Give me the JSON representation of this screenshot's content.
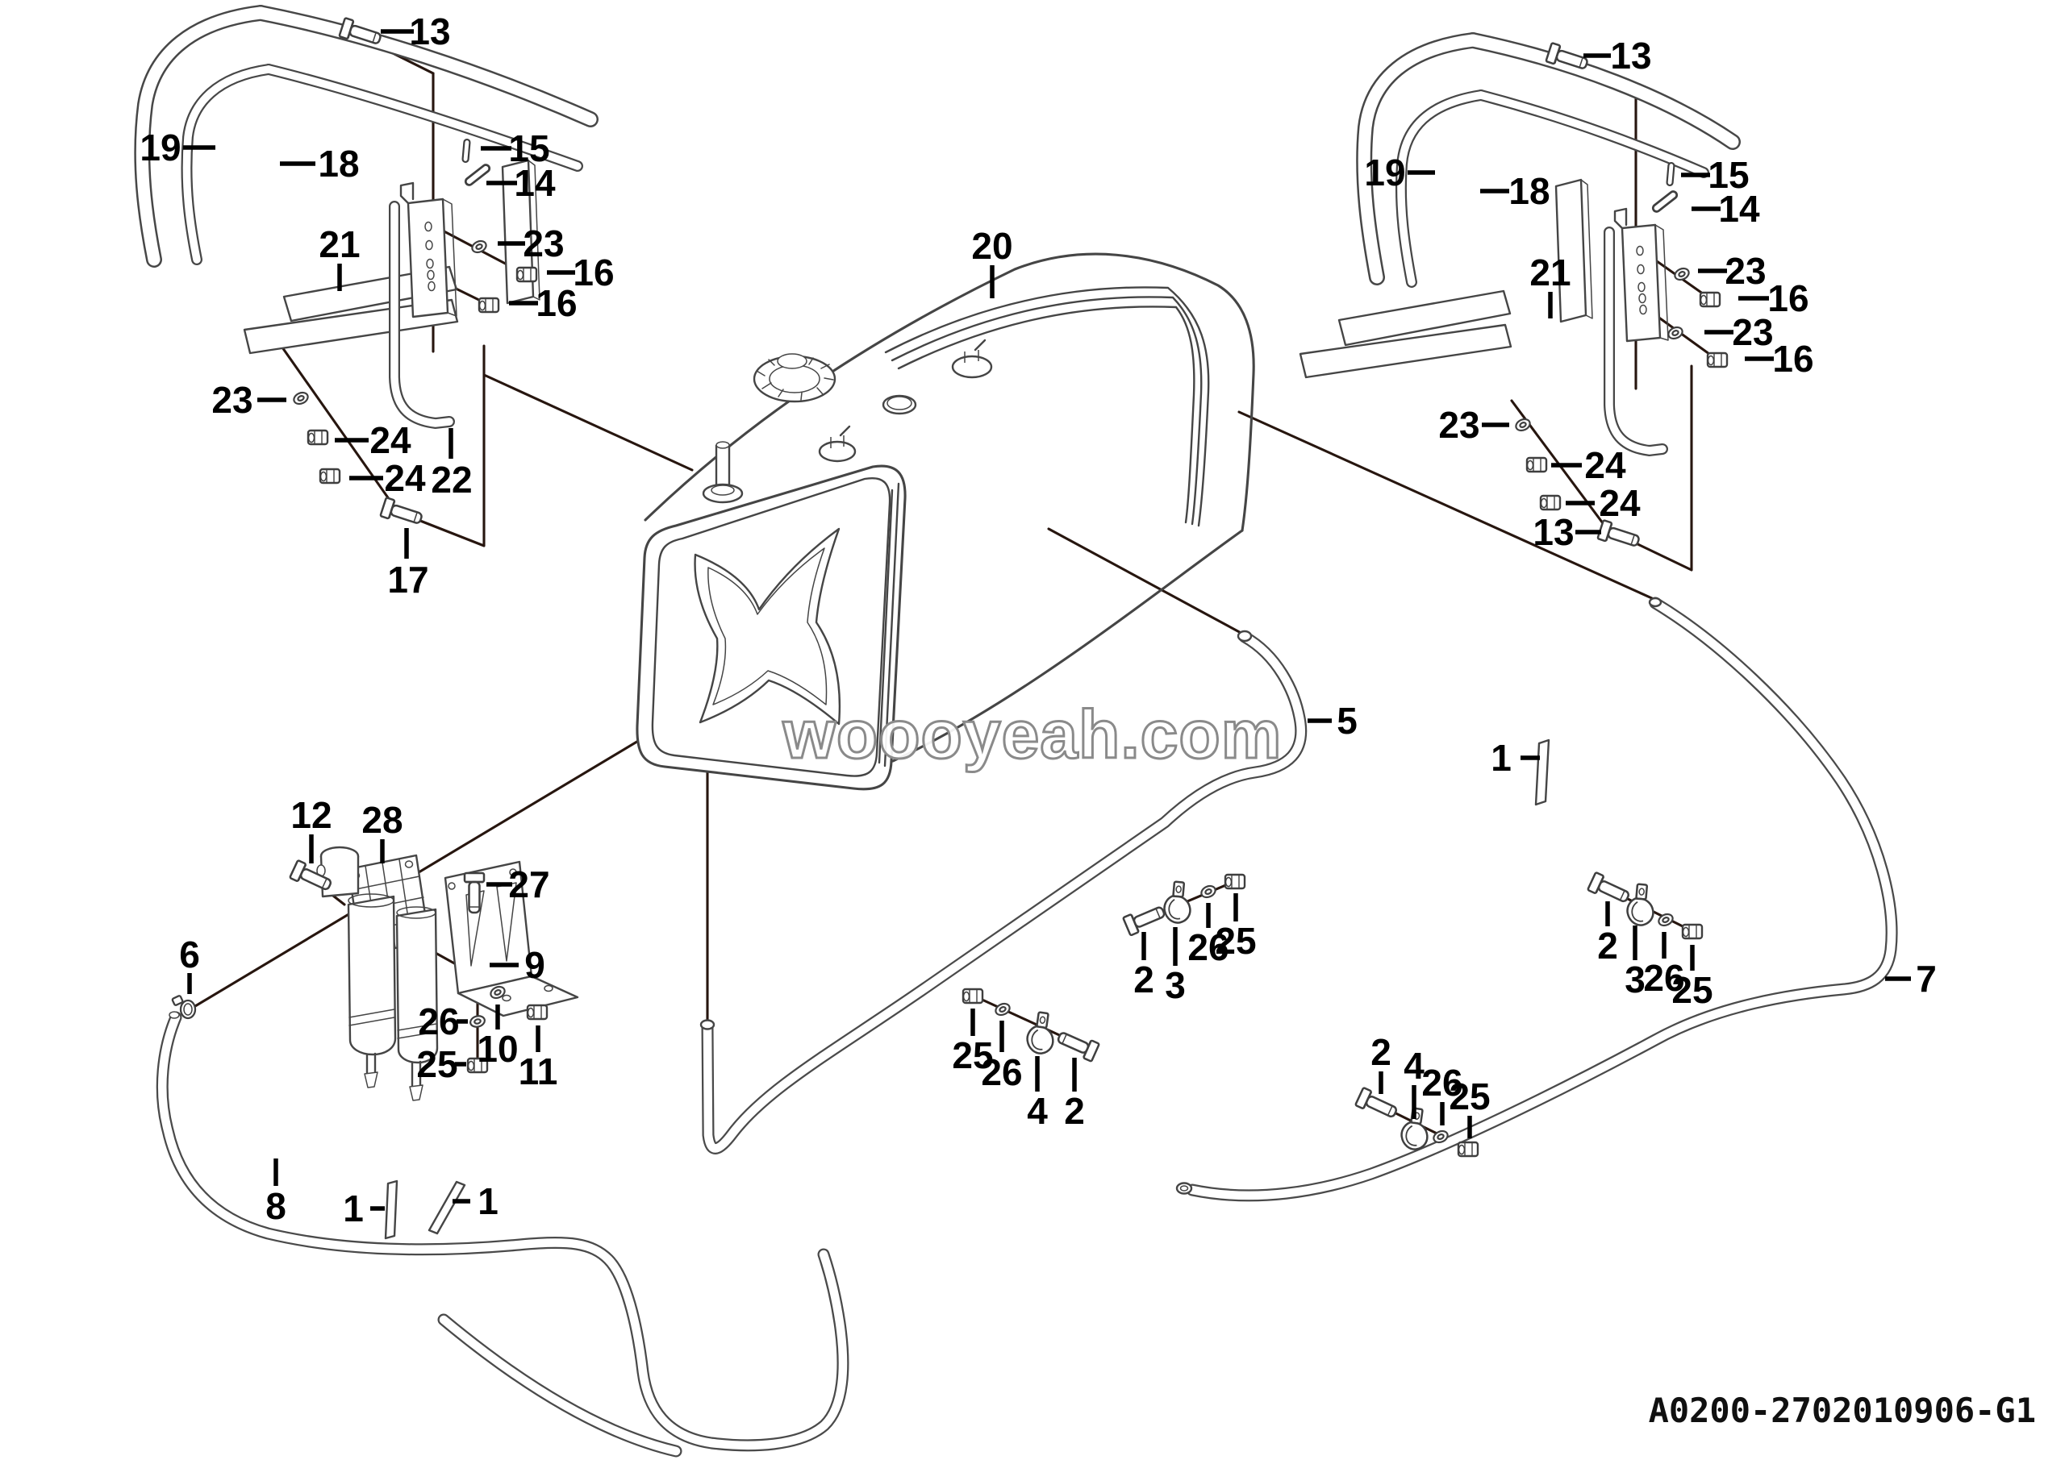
{
  "watermark": {
    "text": "woooyeah.com"
  },
  "part_number": "A0200-2702010906-G1",
  "colors": {
    "linework": "#454545",
    "leader": "#27160f",
    "label": "#000000",
    "watermark_stroke": "#8a8a8a",
    "background": "#ffffff"
  },
  "callouts": [
    {
      "text": "13"
    },
    {
      "text": "15"
    },
    {
      "text": "14"
    },
    {
      "text": "23"
    },
    {
      "text": "16"
    },
    {
      "text": "16"
    },
    {
      "text": "19"
    },
    {
      "text": "18"
    },
    {
      "text": "21"
    },
    {
      "text": "22"
    },
    {
      "text": "23"
    },
    {
      "text": "24"
    },
    {
      "text": "24"
    },
    {
      "text": "17"
    },
    {
      "text": "13"
    },
    {
      "text": "19"
    },
    {
      "text": "18"
    },
    {
      "text": "15"
    },
    {
      "text": "14"
    },
    {
      "text": "21"
    },
    {
      "text": "23"
    },
    {
      "text": "16"
    },
    {
      "text": "23"
    },
    {
      "text": "16"
    },
    {
      "text": "23"
    },
    {
      "text": "24"
    },
    {
      "text": "24"
    },
    {
      "text": "13"
    },
    {
      "text": "20"
    },
    {
      "text": "5"
    },
    {
      "text": "1"
    },
    {
      "text": "7"
    },
    {
      "text": "12"
    },
    {
      "text": "28"
    },
    {
      "text": "27"
    },
    {
      "text": "9"
    },
    {
      "text": "6"
    },
    {
      "text": "26"
    },
    {
      "text": "25"
    },
    {
      "text": "10"
    },
    {
      "text": "11"
    },
    {
      "text": "8"
    },
    {
      "text": "1"
    },
    {
      "text": "1"
    },
    {
      "text": "25"
    },
    {
      "text": "26"
    },
    {
      "text": "4"
    },
    {
      "text": "2"
    },
    {
      "text": "2"
    },
    {
      "text": "3"
    },
    {
      "text": "26"
    },
    {
      "text": "25"
    },
    {
      "text": "2"
    },
    {
      "text": "3"
    },
    {
      "text": "26"
    },
    {
      "text": "25"
    },
    {
      "text": "2"
    },
    {
      "text": "4"
    },
    {
      "text": "26"
    },
    {
      "text": "25"
    }
  ]
}
